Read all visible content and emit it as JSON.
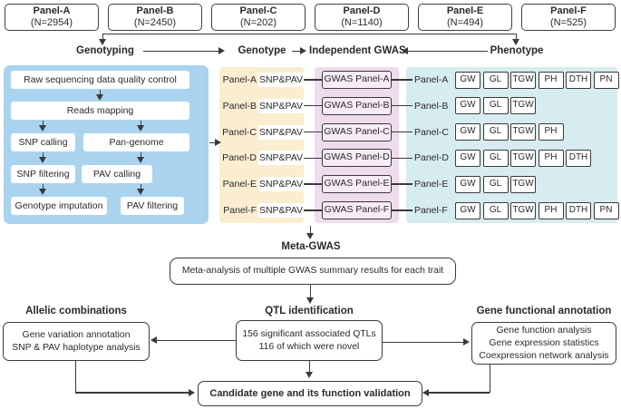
{
  "top_panels": [
    {
      "name": "Panel-A",
      "n": "(N=2954)"
    },
    {
      "name": "Panel-B",
      "n": "(N=2450)"
    },
    {
      "name": "Panel-C",
      "n": "(N=202)"
    },
    {
      "name": "Panel-D",
      "n": "(N=1140)"
    },
    {
      "name": "Panel-E",
      "n": "(N=494)"
    },
    {
      "name": "Panel-F",
      "n": "(N=525)"
    }
  ],
  "section_headers": {
    "genotyping": "Genotyping",
    "genotype": "Genotype",
    "independent_gwas": "Independent GWAS",
    "phenotype": "Phenotype"
  },
  "genotyping_pipeline": {
    "raw": "Raw sequencing data quality control",
    "reads": "Reads mapping",
    "snp_calling": "SNP calling",
    "pan_genome": "Pan-genome",
    "snp_filtering": "SNP filtering",
    "pav_calling": "PAV calling",
    "genotype_imputation": "Genotype imputation",
    "pav_filtering": "PAV filtering"
  },
  "gwas_rows": [
    {
      "panel": "Panel-A",
      "genotype": "SNP&PAV",
      "gwas": "GWAS Panel-A",
      "pheno_panel": "Panel-A",
      "traits": [
        "GW",
        "GL",
        "TGW",
        "PH",
        "DTH",
        "PN"
      ]
    },
    {
      "panel": "Panel-B",
      "genotype": "SNP&PAV",
      "gwas": "GWAS Panel-B",
      "pheno_panel": "Panel-B",
      "traits": [
        "GW",
        "GL",
        "TGW"
      ]
    },
    {
      "panel": "Panel-C",
      "genotype": "SNP&PAV",
      "gwas": "GWAS Panel-C",
      "pheno_panel": "Panel-C",
      "traits": [
        "GW",
        "GL",
        "TGW",
        "PH"
      ]
    },
    {
      "panel": "Panel-D",
      "genotype": "SNP&PAV",
      "gwas": "GWAS Panel-D",
      "pheno_panel": "Panel-D",
      "traits": [
        "GW",
        "GL",
        "TGW",
        "PH",
        "DTH"
      ]
    },
    {
      "panel": "Panel-E",
      "genotype": "SNP&PAV",
      "gwas": "GWAS Panel-E",
      "pheno_panel": "Panel-E",
      "traits": [
        "GW",
        "GL",
        "TGW"
      ]
    },
    {
      "panel": "Panel-F",
      "genotype": "SNP&PAV",
      "gwas": "GWAS Panel-F",
      "pheno_panel": "Panel-F",
      "traits": [
        "GW",
        "GL",
        "TGW",
        "PH",
        "DTH",
        "PN"
      ]
    }
  ],
  "meta": {
    "label": "Meta-GWAS",
    "description": "Meta-analysis of multiple GWAS summary results for each trait"
  },
  "bottom": {
    "allelic": {
      "title": "Allelic combinations",
      "line1": "Gene variation annotation",
      "line2": "SNP & PAV haplotype analysis"
    },
    "qtl": {
      "title": "QTL identification",
      "line1": "156 significant associated QTLs",
      "line2": "116 of which were novel"
    },
    "gene": {
      "title": "Gene functional annotation",
      "line1": "Gene function analysis",
      "line2": "Gene expression statistics",
      "line3": "Coexpression network analysis"
    },
    "candidate": "Candidate gene and its function validation"
  },
  "colors": {
    "genotyping_panel_bg": "#a9d3ee",
    "genotype_panel_bg": "#fbedd0",
    "independent_gwas_panel_bg": "#eedcec",
    "gwas_box_bg": "#f7ecf5",
    "phenotype_panel_bg": "#d7ecef",
    "line": "#3a3a3a"
  }
}
